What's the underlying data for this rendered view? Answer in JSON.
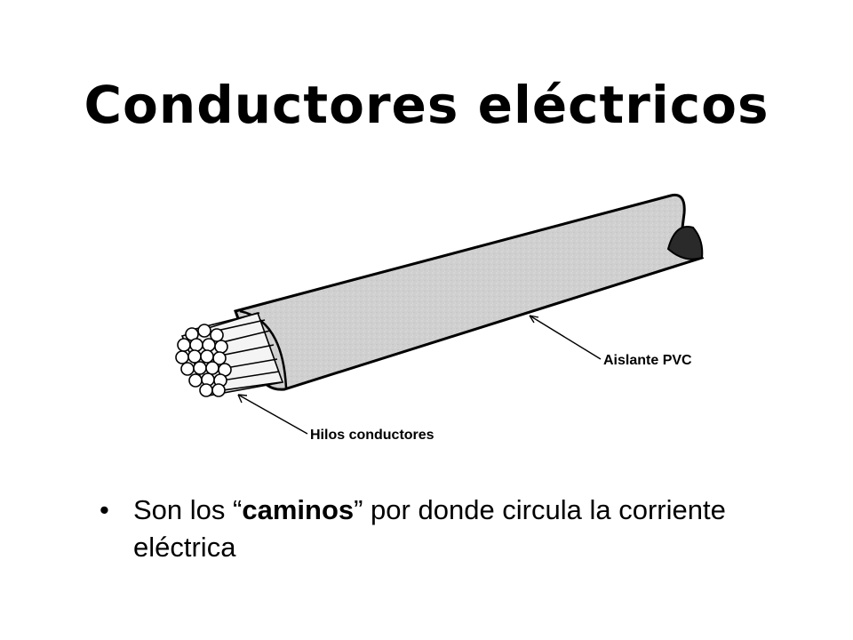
{
  "slide": {
    "title": "Conductores eléctricos",
    "labels": {
      "insulation": "Aislante PVC",
      "strands": "Hilos conductores"
    },
    "bullet": {
      "mark": "•",
      "before": "Son los “",
      "emphasis": "caminos",
      "after": "” por donde circula la corriente eléctrica"
    }
  },
  "colors": {
    "insulation_fill": "#cfcfcf",
    "outline": "#000000",
    "background": "#ffffff"
  }
}
